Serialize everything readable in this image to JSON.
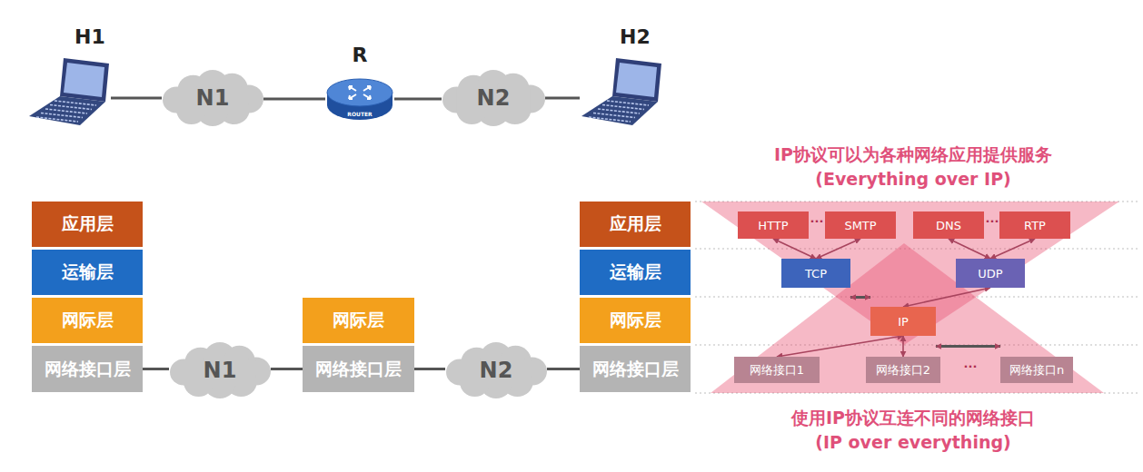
{
  "diagram": {
    "nodes": [
      {
        "text": [
          "H1"
        ]
      },
      {
        "text": [
          "N1"
        ]
      },
      {
        "text": [
          "R",
          "ROUTER"
        ]
      },
      {
        "text": [
          "N2"
        ]
      },
      {
        "text": [
          "H2"
        ]
      },
      {
        "text": [
          "应用层"
        ]
      },
      {
        "text": [
          "运输层"
        ]
      },
      {
        "text": [
          "网际层"
        ]
      },
      {
        "text": [
          "网络接口层"
        ]
      },
      {
        "text": [
          "N1"
        ]
      },
      {
        "text": [
          "网际层"
        ]
      },
      {
        "text": [
          "网络接口层"
        ]
      },
      {
        "text": [
          "N2"
        ]
      },
      {
        "text": [
          "应用层"
        ]
      },
      {
        "text": [
          "运输层"
        ]
      },
      {
        "text": [
          "网际层"
        ]
      },
      {
        "text": [
          "网络接口层"
        ]
      },
      {
        "text": [
          "HTTP"
        ]
      },
      {
        "text": [
          "SMTP"
        ]
      },
      {
        "text": [
          "DNS"
        ]
      },
      {
        "text": [
          "RTP"
        ]
      },
      {
        "text": [
          "TCP"
        ]
      },
      {
        "text": [
          "UDP"
        ]
      },
      {
        "text": [
          "IP"
        ]
      },
      {
        "text": [
          "网络接口1"
        ]
      },
      {
        "text": [
          "网络接口2"
        ]
      },
      {
        "text": [
          "网络接口n"
        ]
      }
    ],
    "edges": [
      {
        "from": 0,
        "to": 1,
        "arrow": "none"
      },
      {
        "from": 1,
        "to": 2,
        "arrow": "none"
      },
      {
        "from": 2,
        "to": 3,
        "arrow": "none"
      },
      {
        "from": 3,
        "to": 4,
        "arrow": "none"
      },
      {
        "from": 8,
        "to": 9,
        "arrow": "none"
      },
      {
        "from": 9,
        "to": 11,
        "arrow": "none"
      },
      {
        "from": 11,
        "to": 12,
        "arrow": "none"
      },
      {
        "from": 12,
        "to": 16,
        "arrow": "none"
      },
      {
        "from": 17,
        "to": 21,
        "arrow": "both"
      },
      {
        "from": 18,
        "to": 21,
        "arrow": "both"
      },
      {
        "from": 19,
        "to": 22,
        "arrow": "both"
      },
      {
        "from": 20,
        "to": 22,
        "arrow": "both"
      },
      {
        "from": 21,
        "to": 23,
        "arrow": "both"
      },
      {
        "from": 22,
        "to": 23,
        "arrow": "both"
      },
      {
        "from": 23,
        "to": 24,
        "arrow": "both"
      },
      {
        "from": 23,
        "to": 25,
        "arrow": "both"
      },
      {
        "from": 23,
        "to": 26,
        "arrow": "both"
      }
    ],
    "labels": [
      "IP协议可以为各种网络应用提供服务",
      "(Everything over IP)",
      "···",
      "···",
      "···",
      "使用IP协议互连不同的网络接口",
      "(IP over everything)"
    ]
  }
}
